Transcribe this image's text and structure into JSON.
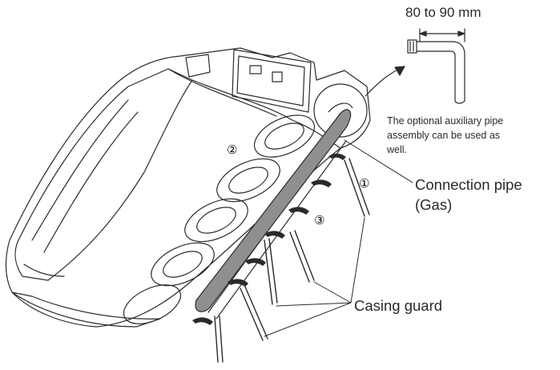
{
  "dimension_label": "80 to 90 mm",
  "note": {
    "line1": "The optional auxiliary pipe",
    "line2": "assembly can be used as",
    "line3": "well."
  },
  "connection_pipe": {
    "line1": "Connection pipe",
    "line2": "(Gas)"
  },
  "casing_guard": "Casing guard",
  "markers": {
    "one": "①",
    "two": "②",
    "three": "③"
  },
  "colors": {
    "line": "#2b2b2b",
    "pipe_fill": "#8f8f8f",
    "arrow_fill": "#2a2a2a",
    "background": "#ffffff"
  }
}
